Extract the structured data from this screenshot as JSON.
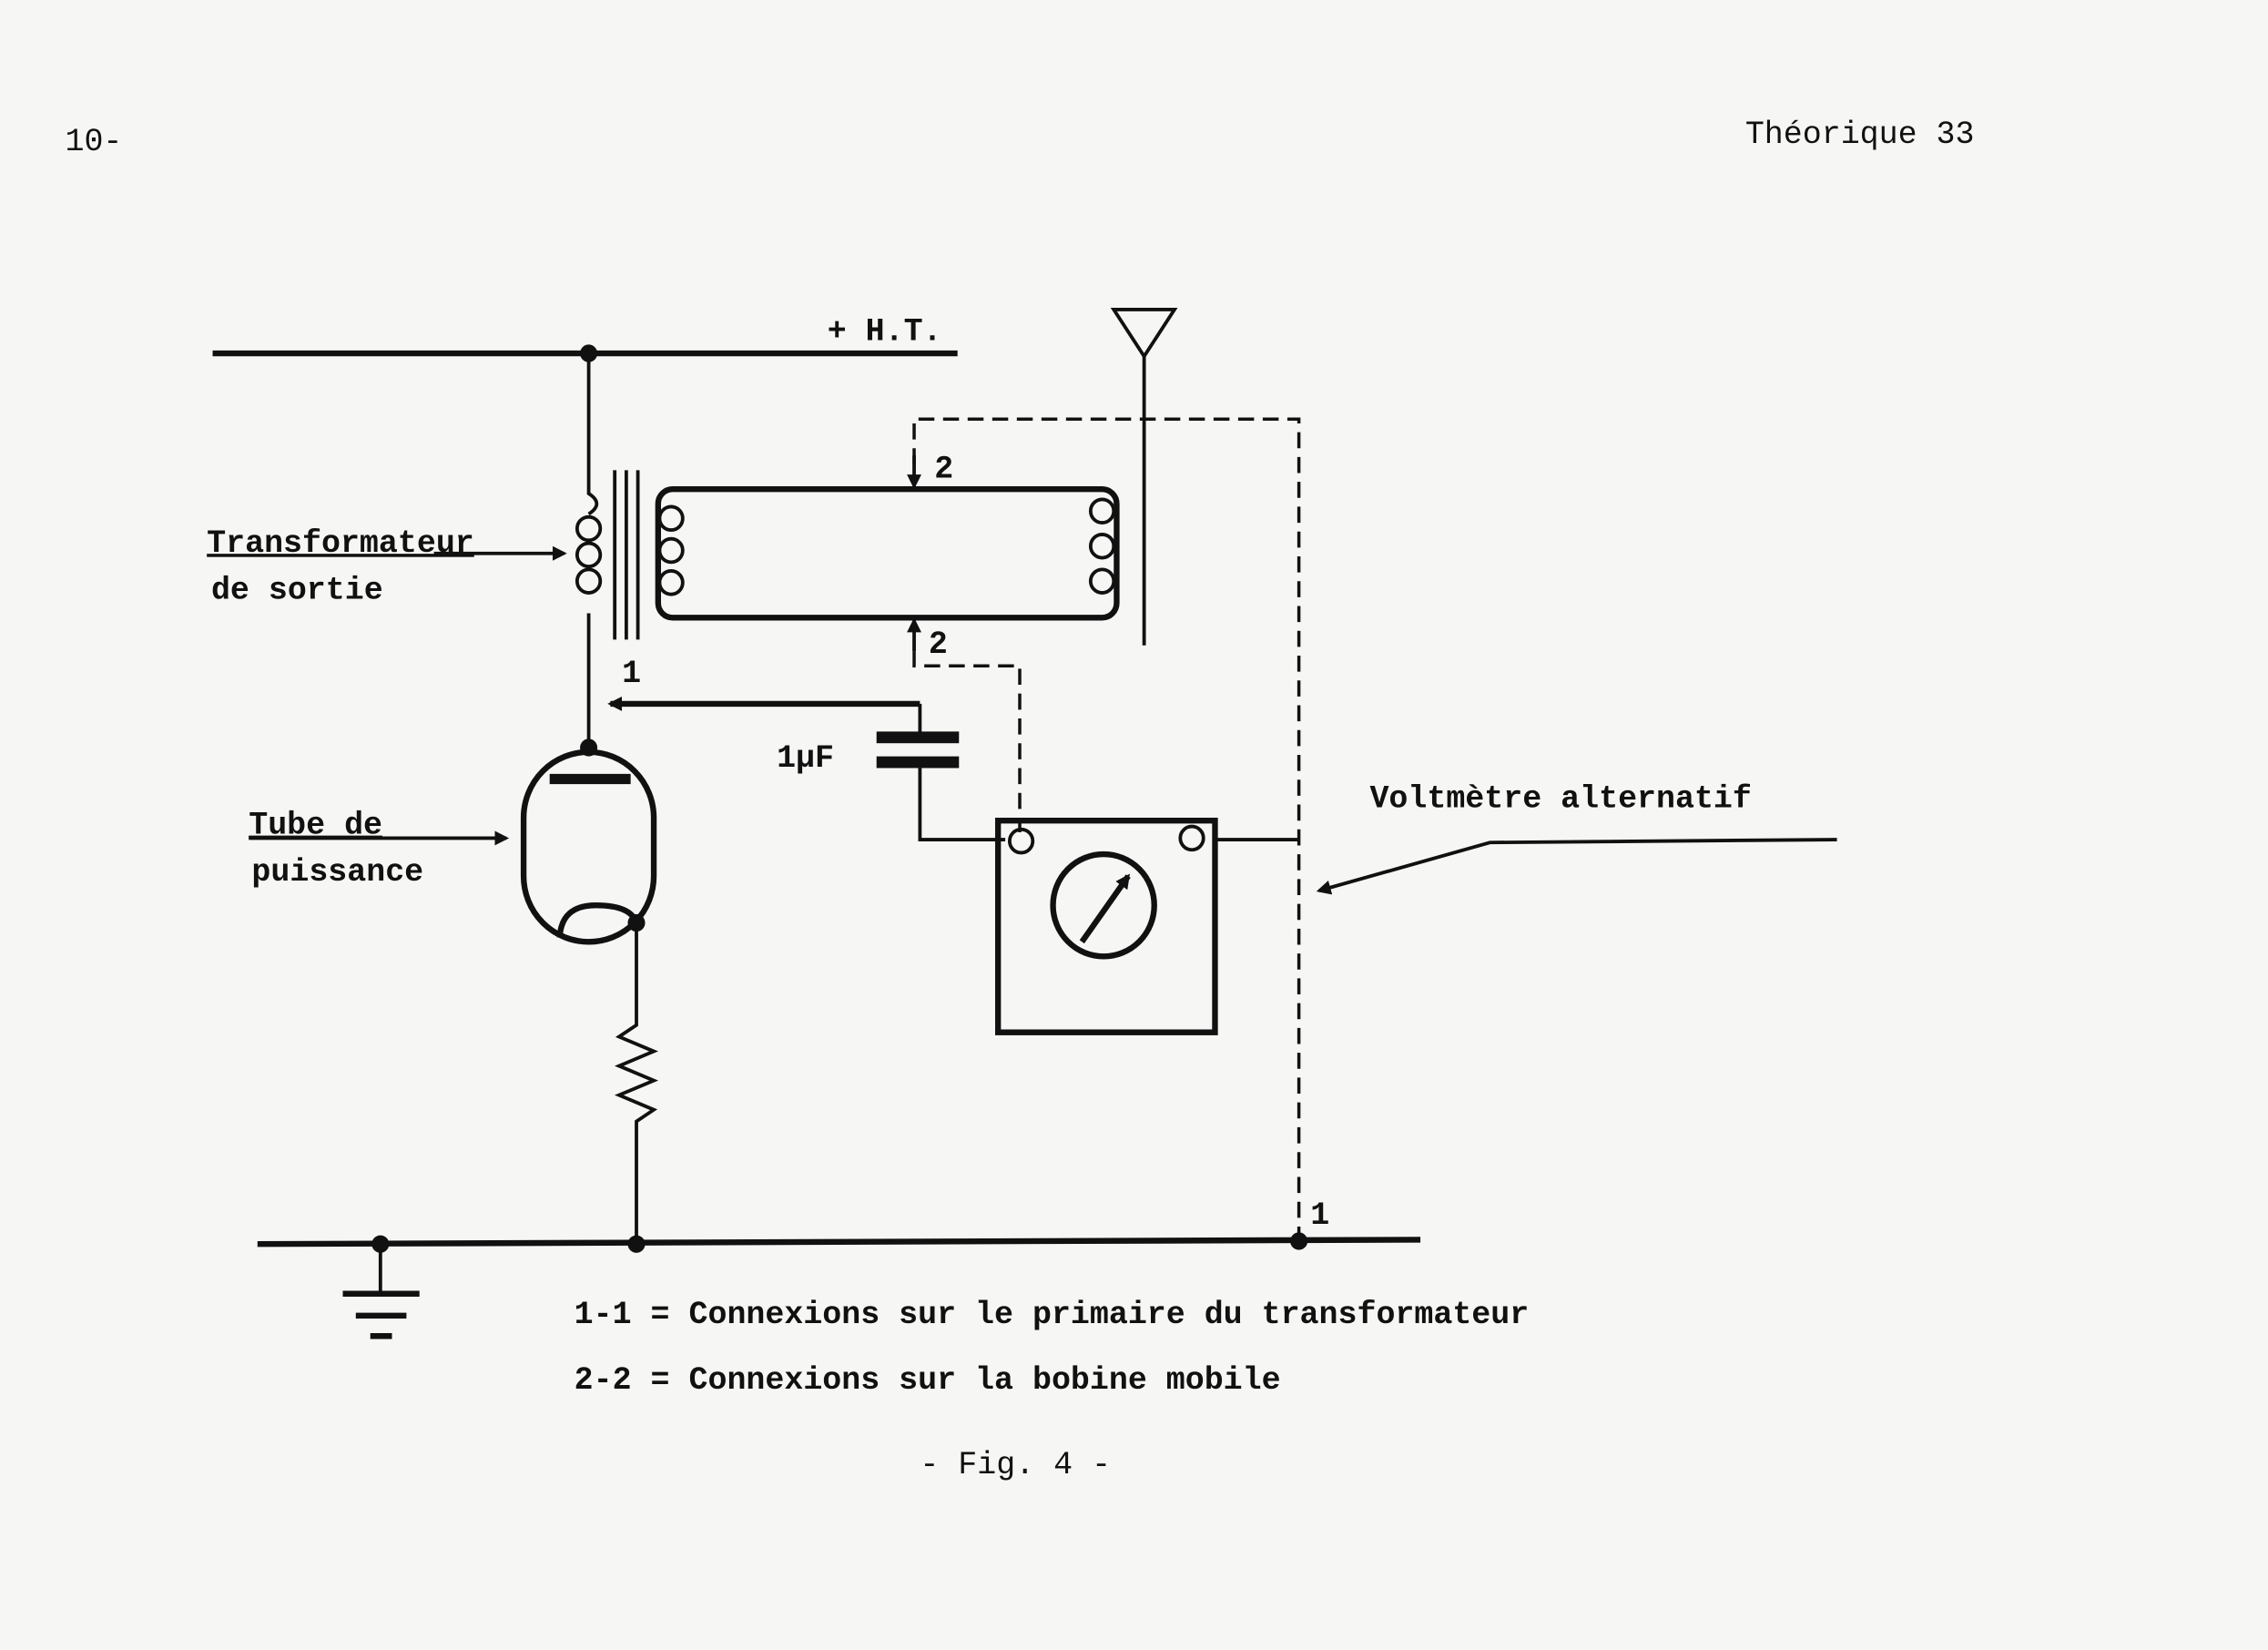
{
  "header": {
    "page_number": "10-",
    "running_title": "Théorique 33"
  },
  "figure": {
    "ht_label": "+ H.T.",
    "transformer_label_1": "Transformateur",
    "transformer_label_2": "de sortie",
    "tube_label_1": "Tube de",
    "tube_label_2": "puissance",
    "capacitor_label": "1µF",
    "voltmeter_label": "Voltmètre alternatif",
    "point_2_top": "2",
    "point_2_bottom": "2",
    "point_1_top": "1",
    "point_1_bottom": "1"
  },
  "caption": {
    "line1": "1-1 = Connexions sur le primaire du transformateur",
    "line2": "2-2 = Connexions sur la bobine mobile",
    "fig": "- Fig. 4 -"
  }
}
